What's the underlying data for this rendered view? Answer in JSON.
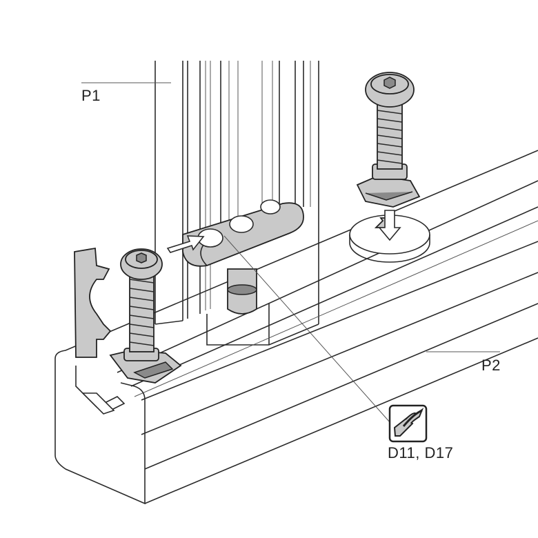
{
  "labels": {
    "profile_1": "P1",
    "profile_2": "P2",
    "tool_reference": "D11, D17"
  },
  "icons": {
    "tool": "drill-bit-icon"
  },
  "colors": {
    "line": "#2a2a2a",
    "part_fill": "#c9c9c9",
    "part_dark": "#8a8a8a"
  }
}
